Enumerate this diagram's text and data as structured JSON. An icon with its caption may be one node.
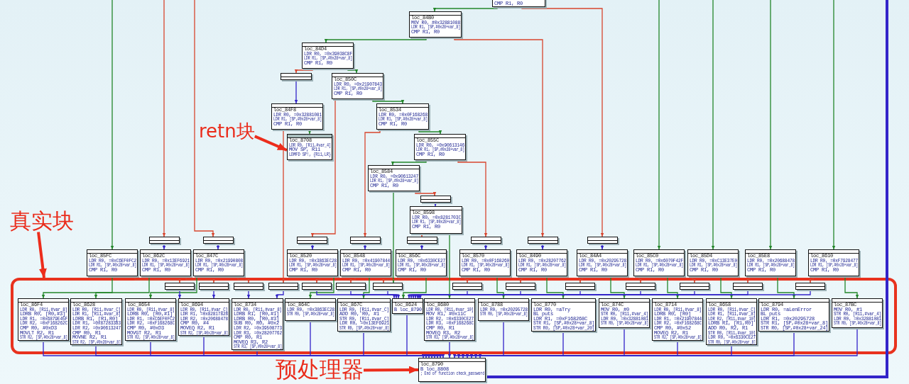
{
  "diagram": {
    "nodes": [
      {
        "text": [
          "CMP R1, R0"
        ]
      },
      {
        "text": [
          "loc_84B0",
          "MOV R0, #0x32881088",
          "LDR R1, [SP,#0x28+var_8]",
          "CMP R1, R0"
        ]
      },
      {
        "text": [
          "loc_84D4",
          "LDR R0, =0x39038C8F",
          "LDR R1, [SP,#0x28+var_8]",
          "CMP R1, R0"
        ]
      },
      {
        "text": [],
        "shape": "box"
      },
      {
        "text": [
          "loc_850C",
          "LDR R0, =0x21907843",
          "LDR R1, [SP,#0x28+var_8]",
          "CMP R1, R0"
        ]
      },
      {
        "text": [
          "loc_84F8",
          "LDR R0, =0x32881081",
          "LDR R1, [SP,#0x28+var_8]",
          "CMP R1, R0"
        ]
      },
      {
        "text": [
          "retn块"
        ]
      },
      {
        "text": [
          "loc_8708",
          "LDR R0, [R11,#var_4]",
          "MOV SP, R11",
          "LDMFD SP!, {R11,LR}"
        ]
      },
      {
        "text": [
          "loc_8534",
          "LDR R0, =0x0F168268",
          "LDR R1, [SP,#0x28+var_8]",
          "CMP R1, R0"
        ]
      },
      {
        "text": [
          "loc_855C",
          "LDR R0, =0x90613146",
          "LDR R1, [SP,#0x28+var_8]",
          "CMP R1, R0"
        ]
      },
      {
        "text": [
          "loc_8584",
          "LDR R0, =0x90613247",
          "LDR R1, [SP,#0x28+var_8]",
          "CMP R1, R0"
        ]
      },
      {
        "text": [],
        "shape": "box"
      },
      {
        "text": [
          "loc_8598",
          "LDR R0, =0x8281703C",
          "LDR R1, [SP,#0x28+var_8]",
          "CMP R1, R0"
        ]
      },
      {
        "text": [
          "真实块"
        ]
      },
      {
        "text": [],
        "shape": "box"
      },
      {
        "text": [],
        "shape": "box"
      },
      {
        "text": [],
        "shape": "box"
      },
      {
        "text": [],
        "shape": "box"
      },
      {
        "text": [],
        "shape": "box"
      },
      {
        "text": [],
        "shape": "box"
      },
      {
        "text": [],
        "shape": "box"
      },
      {
        "text": [],
        "shape": "box"
      },
      {
        "text": [
          "loc_85FC",
          "LDR R0, =0xC6EF0FC2",
          "LDR R1, [SP,#0x28+var_8]",
          "CMP R1, R0"
        ]
      },
      {
        "text": [
          "loc_862C",
          "LDR R0, =0x13EF6921",
          "LDR R1, [SP,#0x28+var_8]",
          "CMP R1, R0"
        ]
      },
      {
        "text": [
          "loc_847C",
          "LDR R0, =0x21990808",
          "LDR R1, [SP,#0x28+var_8]",
          "CMP R1, R0"
        ]
      },
      {
        "text": [
          "loc_8520",
          "LDR R0, =0x3863EC28",
          "LDR R1, [SP,#0x28+var_8]",
          "CMP R1, R0"
        ]
      },
      {
        "text": [
          "loc_8548",
          "LDR R0, =0x41907844",
          "LDR R1, [SP,#0x28+var_8]",
          "CMP R1, R0"
        ]
      },
      {
        "text": [
          "loc_856C",
          "LDR R0, =0x6330CE27",
          "LDR R1, [SP,#0x28+var_8]",
          "CMP R1, R0"
        ]
      },
      {
        "text": [
          "loc_8570",
          "LDR R0, =0x0F168260",
          "LDR R1, [SP,#0x28+var_8]",
          "CMP R1, R0"
        ]
      },
      {
        "text": [
          "loc_8490",
          "LDR R0, =0x28207762",
          "LDR R1, [SP,#0x28+var_8]",
          "CMP R1, R0"
        ]
      },
      {
        "text": [
          "loc_84A4",
          "LDR R0, =0x20295728",
          "LDR R1, [SP,#0x28+var_8]",
          "CMP R1, R0"
        ]
      },
      {
        "text": [
          "loc_85C0",
          "LDR R0, =0x6070F42F",
          "LDR R1, [SP,#0x28+var_8]",
          "CMP R1, R0"
        ]
      },
      {
        "text": [
          "loc_85D4",
          "LDR R0, =0xC13E37E0",
          "LDR R1, [SP,#0x28+var_8]",
          "CMP R1, R0"
        ]
      },
      {
        "text": [
          "loc_85E8",
          "LDR R0, =0x20688478",
          "LDR R1, [SP,#0x28+var_8]",
          "CMP R1, R0"
        ]
      },
      {
        "text": [
          "loc_8610",
          "LDR R0, =0xF7928477",
          "LDR R1, [SP,#0x28+var_8]",
          "CMP R1, R0"
        ]
      },
      {
        "text": [],
        "shape": "box"
      },
      {
        "text": [],
        "shape": "box",
        "in": 35
      },
      {
        "text": [],
        "shape": "box",
        "in": 35
      },
      {
        "text": [],
        "shape": "box",
        "in": 35
      },
      {
        "text": [],
        "shape": "box",
        "in": 35
      },
      {
        "text": [],
        "shape": "box",
        "in": 35
      },
      {
        "text": [],
        "shape": "box",
        "in": 35
      },
      {
        "text": [],
        "shape": "box",
        "in": 35
      },
      {
        "text": [],
        "shape": "box",
        "in": 35
      },
      {
        "text": [],
        "shape": "box",
        "in": 35
      },
      {
        "text": [],
        "shape": "box",
        "in": 35
      },
      {
        "text": [],
        "shape": "box",
        "in": 35
      },
      {
        "text": [],
        "shape": "box",
        "in": 35
      },
      {
        "text": [],
        "shape": "box",
        "in": 35
      },
      {
        "text": [],
        "shape": "box",
        "in": 35
      },
      {
        "text": [
          "loc_86F4",
          "LDR R0, [R11,#var_8]",
          "LDRB R0, [R0,#3]",
          "LDR R1, =0x6879E45F",
          "LDR R2, =0xF168262C",
          "CMP R0, #0xD3",
          "MOVLT R2, R1",
          "STR R2, [SP,#0x28+var_8]"
        ],
        "in": 35
      },
      {
        "text": [
          "loc_8628",
          "LDR R0, [R11,#var_C]",
          "LDR R1, [R11,#var_8]",
          "LDRB R1, [R1,R0]",
          "LDR R1, =0x87283383",
          "LDR R2, =0x90613247",
          "CMP R0, R1",
          "MOVNE R2, R1",
          "STR R2, [SP,#0x28+var_8]"
        ],
        "in": 35
      },
      {
        "text": [
          "loc_8654",
          "LDR R0, [R11,#var_8]",
          "LDRB R0, [R0,#1]",
          "LDR R1, =0xC6EF0FC2",
          "LDR R2, =0xF168268C",
          "CMP R0, #0xD3",
          "MOVGT R2, R1",
          "STR R2, [SP,#0x28+var_8]"
        ],
        "in": 35
      },
      {
        "text": [
          "loc_8694",
          "LDR R0, [R11,#var_C]",
          "LDR R1, =0x82817828",
          "LDR R2, =0x20688478",
          "CMP R0, #4",
          "MOVEQ R2, R1",
          "STR R2, [SP,#0x28+var_8]"
        ],
        "in": 35
      },
      {
        "text": [
          "loc_8734",
          "LDR R0, [R11,#var_8]",
          "LDRB R1, [R0,#1]",
          "LDRB R0, [R0,#3]",
          "SUB R0, R0, #0x2",
          "LDR R2, =0x39508773",
          "LDR R3, =0x28207762",
          "CMP R0, R1",
          "MOVEQ R3, R2",
          "STR R3, [SP,#0x28+var_8]"
        ],
        "in": 35
      },
      {
        "text": [
          "loc_864C",
          "LDR R0, =0x3863EC28",
          "STR R0, [SP,#0x28+var_8]"
        ],
        "in": 35
      },
      {
        "text": [
          "loc_867C",
          "LDR R0, [R11,#var_C]",
          "ADD R0, R0, #1",
          "STR R0, [R11,#var_C]",
          "LDR R0, =0x13EF6921",
          "STR R0, [SP,#0x28+var_8]"
        ],
        "in": 35
      },
      {
        "text": [
          "loc_8624",
          "B loc_8790"
        ],
        "in": 35
      },
      {
        "text": [
          "loc_8680",
          "LDR R0, [R11,#var_10]",
          "MOV R1, #0x11C",
          "LDR R2, =0x6330CE27",
          "LDR R3, =0xF168268C",
          "CMP R0, R1",
          "MOVEQ R3, R2",
          "STR R3, [SP,#0x28+var_8]"
        ],
        "in": 35
      },
      {
        "text": [
          "loc_8788",
          "LDR R0, =0x20295728",
          "STR R0, [SP,#0x28+var_8]"
        ],
        "in": 35
      },
      {
        "text": [
          "loc_8770",
          "LDR R0, =aTry",
          "BL puts",
          "LDR R1, =0xF168268C",
          "STR R1, [SP,#0x28+var_8]",
          "STR R0, [SP,#0x28+var_20]"
        ],
        "in": 35
      },
      {
        "text": [
          "loc_874C",
          "MOV R0, #0",
          "STR R0, [R11,#var_4]",
          "LDR R0, =0x32881081",
          "STR R0, [SP,#0x28+var_8]"
        ],
        "in": 35
      },
      {
        "text": [
          "loc_8714",
          "LDR R0, [R11,#var_8]",
          "LDRB R0, [R0]",
          "LDR R1, =0x21907844",
          "LDR R2, =0xF168268C",
          "CMP R0, #0x52",
          "MOVEQ R2, R1",
          "STR R2, [SP,#0x28+var_8]"
        ],
        "in": 35
      },
      {
        "text": [
          "loc_8658",
          "LDR R0, [R11,#var_C]",
          "LDR R1, [R11,#var_8]",
          "LDR R2, [R11,#var_10]",
          "LDRB R1, [R1,R0]",
          "ADD R0, R2, R1",
          "STR R0, [R11,#var_10]",
          "LDR R0, =0x6330CE27",
          "STR R0, [SP,#0x28+var_8]"
        ],
        "in": 35
      },
      {
        "text": [
          "loc_8794",
          "LDR R0, =aLenError",
          "BL puts",
          "LDR R1, =0x20295728",
          "STR R1, [SP,#0x28+var_8]",
          "STR R0, [SP,#0x28+var_24]"
        ],
        "in": 35
      },
      {
        "text": [
          "loc_87BC",
          "MOV R0, #1",
          "STR R0, [R11,#var_4]",
          "LDR R0, =0x32881081",
          "STR R0, [SP,#0x28+var_8]"
        ],
        "in": 35
      },
      {
        "text": [
          "预处理器"
        ]
      },
      {
        "text": [
          "loc_8790",
          "B loc_8808",
          "; End of function check_password"
        ]
      }
    ],
    "edges": [
      {
        "from": null,
        "to": 22,
        "arrow": "to",
        "color": "#23862a"
      },
      {
        "from": null,
        "to": 14,
        "arrow": "to",
        "color": "#d8462e"
      },
      {
        "from": null,
        "to": 15,
        "arrow": "to",
        "color": "#d8462e"
      },
      {
        "from": null,
        "to": 31,
        "arrow": "to",
        "color": "#23862a"
      },
      {
        "from": null,
        "to": 32,
        "arrow": "to",
        "color": "#23862a"
      },
      {
        "from": null,
        "to": 33,
        "arrow": "to",
        "color": "#23862a"
      },
      {
        "from": null,
        "to": 34,
        "arrow": "to",
        "color": "#23862a"
      },
      {
        "from": 0,
        "to": 1,
        "arrow": "to",
        "color": "#23862a"
      },
      {
        "from": 0,
        "to": 21,
        "arrow": "to",
        "color": "#d8462e"
      },
      {
        "from": 1,
        "to": 2,
        "arrow": "to",
        "color": "#23862a"
      },
      {
        "from": 1,
        "to": 20,
        "arrow": "to",
        "color": "#d8462e"
      },
      {
        "from": 2,
        "to": 3,
        "arrow": "to",
        "color": "#d8462e"
      },
      {
        "from": 2,
        "to": 4,
        "arrow": "to",
        "color": "#23862a"
      },
      {
        "from": 3,
        "to": 5,
        "arrow": "to"
      },
      {
        "from": 4,
        "to": 8,
        "arrow": "to",
        "color": "#23862a"
      },
      {
        "from": 4,
        "to": 16,
        "arrow": "to",
        "color": "#d8462e"
      },
      {
        "from": 5,
        "to": 7,
        "arrow": "to",
        "color": "#23862a"
      },
      {
        "from": 5,
        "to": 39,
        "arrow": "to",
        "color": "#d8462e"
      },
      {
        "from": 8,
        "to": 9,
        "arrow": "to",
        "color": "#23862a"
      },
      {
        "from": 8,
        "to": 17,
        "arrow": "to",
        "color": "#d8462e"
      },
      {
        "from": 9,
        "to": 10,
        "arrow": "to",
        "color": "#23862a"
      },
      {
        "from": 9,
        "to": 19,
        "arrow": "to",
        "color": "#d8462e"
      },
      {
        "from": 10,
        "to": 11,
        "arrow": "to",
        "color": "#d8462e"
      },
      {
        "from": 10,
        "to": 42,
        "arrow": "to",
        "color": "#23862a"
      },
      {
        "from": 11,
        "to": 12,
        "arrow": "to"
      },
      {
        "from": 12,
        "to": 18,
        "arrow": "to",
        "color": "#d8462e"
      },
      {
        "from": 12,
        "to": 58,
        "arrow": "to",
        "color": "#23862a"
      },
      {
        "from": 14,
        "to": 23,
        "arrow": "to"
      },
      {
        "from": 15,
        "to": 24,
        "arrow": "to"
      },
      {
        "from": 16,
        "to": 25,
        "arrow": "to"
      },
      {
        "from": 17,
        "to": 26,
        "arrow": "to"
      },
      {
        "from": 18,
        "to": 27,
        "arrow": "to"
      },
      {
        "from": 19,
        "to": 28,
        "arrow": "to"
      },
      {
        "from": 20,
        "to": 29,
        "arrow": "to"
      },
      {
        "from": 21,
        "to": 30,
        "arrow": "to"
      },
      {
        "from": 22,
        "to": 36,
        "arrow": "to",
        "color": "#d8462e"
      },
      {
        "from": 23,
        "to": 37,
        "arrow": "to",
        "color": "#d8462e"
      },
      {
        "from": 24,
        "to": 38,
        "arrow": "to",
        "color": "#d8462e"
      },
      {
        "from": 25,
        "to": 40,
        "arrow": "to",
        "color": "#d8462e"
      },
      {
        "from": 26,
        "to": 41,
        "arrow": "to",
        "color": "#d8462e"
      },
      {
        "from": 27,
        "to": 42,
        "arrow": "to",
        "color": "#d8462e"
      },
      {
        "from": 28,
        "to": 43,
        "arrow": "to",
        "color": "#d8462e"
      },
      {
        "from": 29,
        "to": 44,
        "arrow": "to",
        "color": "#d8462e"
      },
      {
        "from": 30,
        "to": 45,
        "arrow": "to",
        "color": "#d8462e"
      },
      {
        "from": 31,
        "to": 46,
        "arrow": "to",
        "color": "#d8462e"
      },
      {
        "from": 32,
        "to": 47,
        "arrow": "to",
        "color": "#d8462e"
      },
      {
        "from": 33,
        "to": 48,
        "arrow": "to",
        "color": "#d8462e"
      },
      {
        "from": 34,
        "to": 49,
        "arrow": "to",
        "color": "#d8462e"
      },
      {
        "from": 22,
        "to": 50,
        "arrow": "to",
        "color": "#23862a"
      },
      {
        "from": 23,
        "to": 51,
        "arrow": "to",
        "color": "#23862a"
      },
      {
        "from": 24,
        "to": 52,
        "arrow": "to",
        "color": "#23862a"
      },
      {
        "from": 25,
        "to": 55,
        "arrow": "to",
        "color": "#23862a"
      },
      {
        "from": 26,
        "to": 56,
        "arrow": "to",
        "color": "#23862a"
      },
      {
        "from": 27,
        "to": 57,
        "arrow": "to",
        "color": "#23862a"
      },
      {
        "from": 28,
        "to": 59,
        "arrow": "to",
        "color": "#23862a"
      },
      {
        "from": 29,
        "to": 60,
        "arrow": "to",
        "color": "#23862a"
      },
      {
        "from": 30,
        "to": 61,
        "arrow": "to",
        "color": "#23862a"
      },
      {
        "from": 31,
        "to": 62,
        "arrow": "to",
        "color": "#23862a"
      },
      {
        "from": 32,
        "to": 63,
        "arrow": "to",
        "color": "#23862a"
      },
      {
        "from": 33,
        "to": 64,
        "arrow": "to",
        "color": "#23862a"
      },
      {
        "from": 34,
        "to": 65,
        "arrow": "to",
        "color": "#23862a"
      },
      {
        "from": 36,
        "to": 53,
        "arrow": "to"
      },
      {
        "from": 37,
        "to": 53,
        "arrow": "to"
      },
      {
        "from": 38,
        "to": 54,
        "arrow": "to"
      },
      {
        "from": 39,
        "to": 54,
        "arrow": "to"
      },
      {
        "from": 40,
        "to": 57,
        "arrow": "to"
      },
      {
        "from": 41,
        "to": 57,
        "arrow": "to"
      },
      {
        "from": 42,
        "to": 57,
        "arrow": "to"
      },
      {
        "from": 43,
        "to": 57,
        "arrow": "to"
      },
      {
        "from": 44,
        "to": 57,
        "arrow": "to"
      },
      {
        "from": 45,
        "to": 57,
        "arrow": "to"
      },
      {
        "from": 46,
        "to": 57,
        "arrow": "to"
      },
      {
        "from": 47,
        "to": 57,
        "arrow": "to"
      },
      {
        "from": 48,
        "to": 57,
        "arrow": "to"
      },
      {
        "from": 49,
        "to": 57,
        "arrow": "to"
      },
      {
        "from": 50,
        "to": 67,
        "arrow": "to"
      },
      {
        "from": 51,
        "to": 67,
        "arrow": "to"
      },
      {
        "from": 52,
        "to": 67,
        "arrow": "to"
      },
      {
        "from": 53,
        "to": 67,
        "arrow": "to"
      },
      {
        "from": 54,
        "to": 67,
        "arrow": "to"
      },
      {
        "from": 55,
        "to": 67,
        "arrow": "to"
      },
      {
        "from": 56,
        "to": 67,
        "arrow": "to"
      },
      {
        "from": 57,
        "to": 67,
        "arrow": "to"
      },
      {
        "from": 58,
        "to": 67,
        "arrow": "to"
      },
      {
        "from": 59,
        "to": 67,
        "arrow": "to"
      },
      {
        "from": 60,
        "to": 67,
        "arrow": "to"
      },
      {
        "from": 61,
        "to": 67,
        "arrow": "to"
      },
      {
        "from": 62,
        "to": 67,
        "arrow": "to"
      },
      {
        "from": 63,
        "to": 67,
        "arrow": "to"
      },
      {
        "from": 64,
        "to": 67,
        "arrow": "to"
      },
      {
        "from": 65,
        "to": 67,
        "arrow": "to"
      },
      {
        "from": 67,
        "to": null,
        "arrow": "none",
        "style": "thick"
      },
      {
        "from": 6,
        "to": 7,
        "arrow": "to",
        "style": "thick",
        "color": "#ec2d1c"
      },
      {
        "from": 13,
        "to": 35,
        "arrow": "to",
        "style": "thick",
        "color": "#ec2d1c"
      },
      {
        "from": 66,
        "to": 67,
        "arrow": "to",
        "style": "thick",
        "color": "#ec2d1c"
      }
    ]
  }
}
